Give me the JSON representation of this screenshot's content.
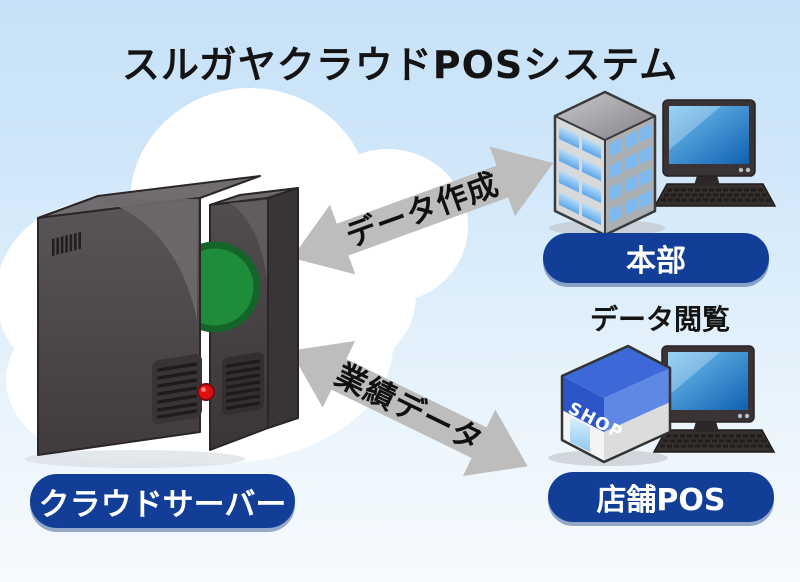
{
  "title": "スルガヤクラウドPOSシステム",
  "nodes": {
    "cloud_server": {
      "label": "クラウドサーバー"
    },
    "headquarters": {
      "label": "本部"
    },
    "store_pos": {
      "label": "店舗POS",
      "caption": "データ閲覧",
      "shop_sign": "SHOP"
    }
  },
  "arrows": {
    "data_create": {
      "label": "データ作成",
      "direction": "both",
      "between": [
        "cloud_server",
        "headquarters"
      ]
    },
    "performance_data": {
      "label": "業績データ",
      "direction": "both",
      "between": [
        "cloud_server",
        "store_pos"
      ]
    }
  },
  "icons": [
    "cloud-icon",
    "server-towers-icon",
    "office-building-icon",
    "desktop-computer-icon",
    "shop-building-icon",
    "double-headed-arrow-icon"
  ],
  "colors": {
    "sky_top": "#c6e1f7",
    "sky_bottom": "#f5fafd",
    "cloud": "#ffffff",
    "arrow_gray": "#bdbdbd",
    "label_bg": "#123e98",
    "label_text": "#ffffff",
    "title_text": "#141414",
    "screen_blue": "#1565bb",
    "shop_roof_blue": "#3d68d8"
  }
}
